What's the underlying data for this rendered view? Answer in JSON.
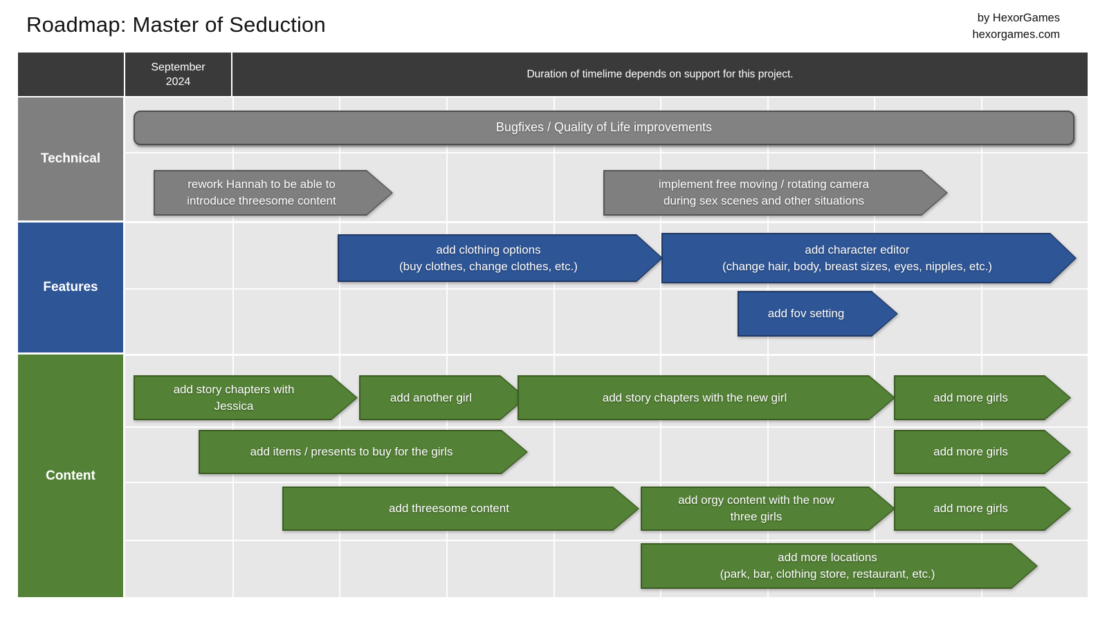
{
  "page": {
    "title": "Roadmap: Master of Seduction",
    "byline_line1": "by HexorGames",
    "byline_line2": "hexorgames.com"
  },
  "timeline_header": {
    "month_column": "September\n2024",
    "note": "Duration of timelime depends on support for this project."
  },
  "lanes": [
    {
      "label": "Technical",
      "bars": [
        {
          "label": "Bugfixes / Quality of Life improvements"
        },
        {
          "label": "rework Hannah to be able to\nintroduce threesome content"
        },
        {
          "label": "implement free moving / rotating camera\nduring sex scenes and other situations"
        }
      ]
    },
    {
      "label": "Features",
      "bars": [
        {
          "label": "add clothing options\n(buy clothes, change clothes, etc.)"
        },
        {
          "label": "add character editor\n(change hair, body, breast sizes, eyes, nipples, etc.)"
        },
        {
          "label": "add fov setting"
        }
      ]
    },
    {
      "label": "Content",
      "bars": [
        {
          "label": "add story chapters with\nJessica"
        },
        {
          "label": "add another girl"
        },
        {
          "label": "add story chapters with the new girl"
        },
        {
          "label": "add more girls"
        },
        {
          "label": "add items / presents to buy for the girls"
        },
        {
          "label": "add more girls"
        },
        {
          "label": "add threesome content"
        },
        {
          "label": "add orgy content with the now\nthree girls"
        },
        {
          "label": "add more girls"
        },
        {
          "label": "add more locations\n(park, bar, clothing store, restaurant, etc.)"
        }
      ]
    }
  ],
  "colors": {
    "c-header": "#3a3a3a",
    "c-technical": "#7f7f7f",
    "c-features": "#2e5596",
    "c-content": "#538135",
    "c-grid-bg": "#e8e7e7"
  }
}
